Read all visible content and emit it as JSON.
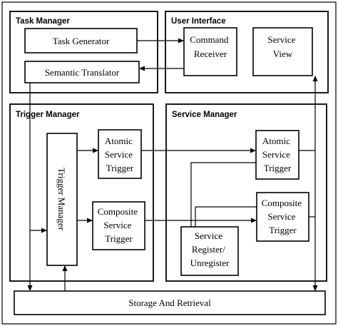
{
  "panels": {
    "task_manager": "Task Manager",
    "user_interface": "User Interface",
    "trigger_manager": "Trigger Manager",
    "service_manager": "Service Manager"
  },
  "boxes": {
    "task_generator": [
      "Task Generator"
    ],
    "semantic_translator": [
      "Semantic Translator"
    ],
    "command_receiver": [
      "Command",
      "Receiver"
    ],
    "service_view": [
      "Service",
      "View"
    ],
    "trigger_manager_bar": "Trigger Manager",
    "tm_atomic": [
      "Atomic",
      "Service",
      "Trigger"
    ],
    "tm_composite": [
      "Composite",
      "Service",
      "Trigger"
    ],
    "sm_atomic": [
      "Atomic",
      "Service",
      "Trigger"
    ],
    "sm_composite": [
      "Composite",
      "Service",
      "Trigger"
    ],
    "service_register": [
      "Service",
      "Register/",
      "Unregister"
    ],
    "storage": [
      "Storage And Retrieval"
    ]
  }
}
